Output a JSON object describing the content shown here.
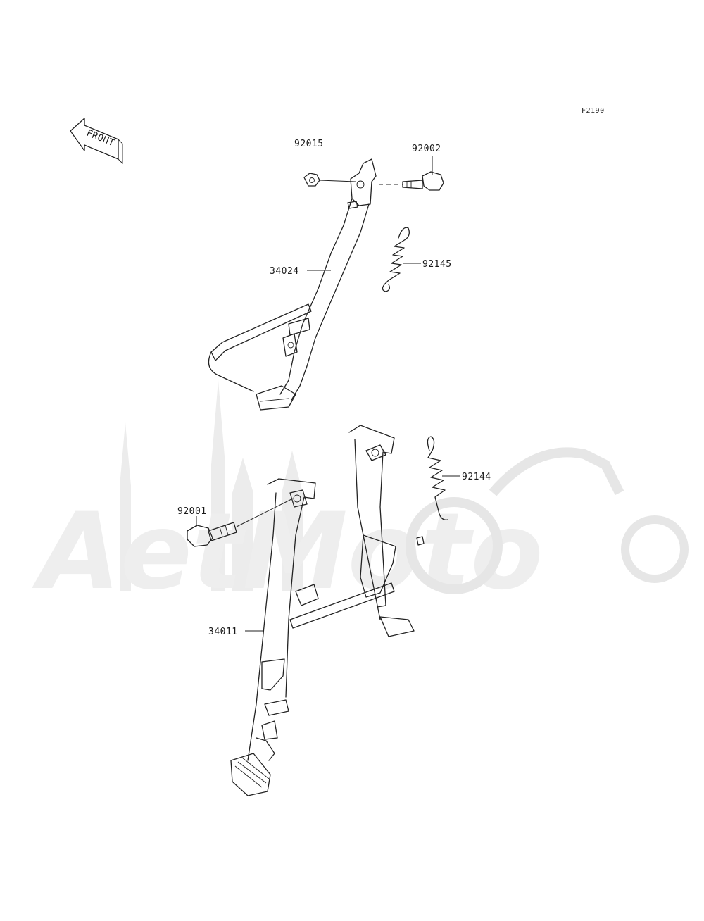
{
  "figure_code": "F2190",
  "front_marker": "FRONT",
  "watermark_text": "AetMoto",
  "parts": {
    "nut": "92015",
    "bolt_side": "92002",
    "side_stand": "34024",
    "spring_side": "92145",
    "main_stand": "34011",
    "spring_main": "92144",
    "bolt_main": "92001"
  }
}
